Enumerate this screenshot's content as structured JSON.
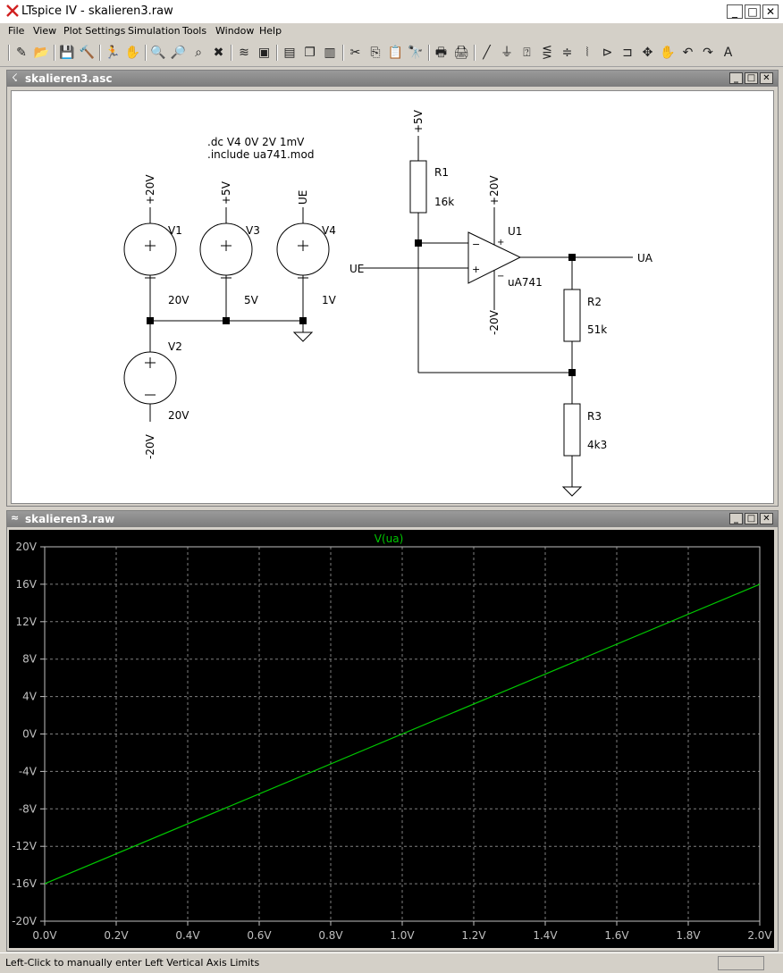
{
  "window": {
    "title": "LTspice IV - skalieren3.raw",
    "min_label": "_",
    "max_label": "□",
    "close_label": "✕"
  },
  "menu": {
    "items": [
      "File",
      "View",
      "Plot Settings",
      "Simulation",
      "Tools",
      "Window",
      "Help"
    ]
  },
  "toolbar": {
    "icons": [
      "new-schematic-icon",
      "open-icon",
      "save-icon",
      "control-panel-icon",
      "run-icon",
      "pan-hand-icon",
      "zoom-in-icon",
      "zoom-out-icon",
      "zoom-fit-icon",
      "zoom-cancel-icon",
      "plot-settings-icon",
      "autorange-icon",
      "tile-horizontal-icon",
      "cascade-icon",
      "tile-vertical-icon",
      "cut-icon",
      "copy-icon",
      "paste-icon",
      "find-icon",
      "print-setup-icon",
      "print-icon",
      "wire-icon",
      "ground-icon",
      "label-icon",
      "resistor-icon",
      "capacitor-icon",
      "inductor-icon",
      "diode-icon",
      "component-icon",
      "move-icon",
      "drag-icon",
      "undo-icon",
      "redo-icon",
      "text-icon"
    ],
    "glyphs": [
      "✎",
      "📂",
      "💾",
      "🔨",
      "🏃",
      "✋",
      "🔍",
      "🔎",
      "⌕",
      "✖",
      "≋",
      "▣",
      "▤",
      "❐",
      "▥",
      "✂",
      "⎘",
      "📋",
      "🔭",
      "🖶",
      "🖨",
      "╱",
      "⏚",
      "⍰",
      "⋚",
      "≑",
      "⦚",
      "⊳",
      "⊐",
      "✥",
      "✋",
      "↶",
      "↷",
      "A"
    ]
  },
  "schematic": {
    "title": "skalieren3.asc",
    "directives": [
      ".dc V4 0V 2V 1mV",
      ".include ua741.mod"
    ],
    "sources": [
      {
        "name": "V1",
        "value": "20V",
        "net": "+20V"
      },
      {
        "name": "V3",
        "value": "5V",
        "net": "+5V"
      },
      {
        "name": "V4",
        "value": "1V",
        "net": "UE"
      },
      {
        "name": "V2",
        "value": "20V",
        "net": "-20V"
      }
    ],
    "opamp": {
      "name": "U1",
      "model": "uA741",
      "vplus": "+20V",
      "vminus": "-20V",
      "plus_sign": "+",
      "minus_sign": "−"
    },
    "resistors": [
      {
        "name": "R1",
        "value": "16k",
        "net": "+5V"
      },
      {
        "name": "R2",
        "value": "51k"
      },
      {
        "name": "R3",
        "value": "4k3"
      }
    ],
    "labels": {
      "input": "UE",
      "output": "UA"
    }
  },
  "plot": {
    "title": "skalieren3.raw",
    "trace_color": "#00c800",
    "axis_text_color": "#c0c0c0"
  },
  "chart_data": {
    "type": "line",
    "title": "V(ua)",
    "xlabel": "",
    "ylabel": "",
    "xlim": [
      0,
      2
    ],
    "ylim": [
      -20,
      20
    ],
    "x_ticks": [
      "0.0V",
      "0.2V",
      "0.4V",
      "0.6V",
      "0.8V",
      "1.0V",
      "1.2V",
      "1.4V",
      "1.6V",
      "1.8V",
      "2.0V"
    ],
    "y_ticks": [
      "20V",
      "16V",
      "12V",
      "8V",
      "4V",
      "0V",
      "-4V",
      "-8V",
      "-12V",
      "-16V",
      "-20V"
    ],
    "grid": true,
    "series": [
      {
        "name": "V(ua)",
        "x": [
          0,
          2
        ],
        "y": [
          -16,
          16
        ]
      }
    ]
  },
  "status": {
    "message": "Left-Click to manually enter Left Vertical Axis Limits"
  }
}
